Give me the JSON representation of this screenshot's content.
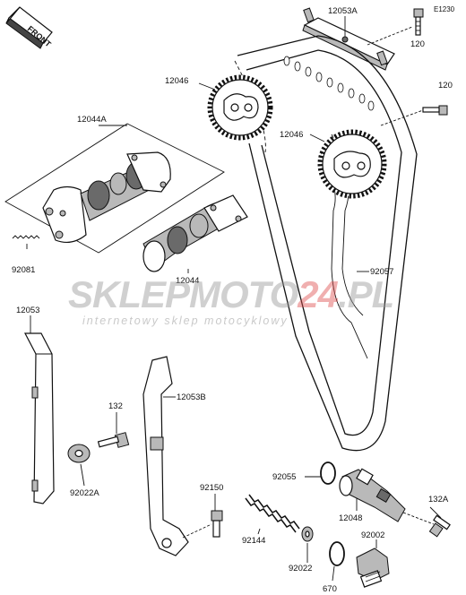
{
  "diagram_code": "E1230",
  "front_label": "FRONT",
  "watermark": {
    "brand_a": "SKLEP",
    "brand_b": "MOTO",
    "brand_c": "24",
    "brand_d": ".PL",
    "tagline": "internetowy sklep motocyklowy"
  },
  "labels": {
    "p12053A": "12053A",
    "p120_top": "120",
    "p120_right": "120",
    "p12046_top": "12046",
    "p12046_mid": "12046",
    "p12044A": "12044A",
    "p12044": "12044",
    "p92081": "92081",
    "p92057": "92057",
    "p12053": "12053",
    "p12053B": "12053B",
    "p132": "132",
    "p92022A": "92022A",
    "p92150": "92150",
    "p92055": "92055",
    "p132A": "132A",
    "p12048": "12048",
    "p92144": "92144",
    "p92002": "92002",
    "p92022": "92022",
    "p670": "670"
  }
}
